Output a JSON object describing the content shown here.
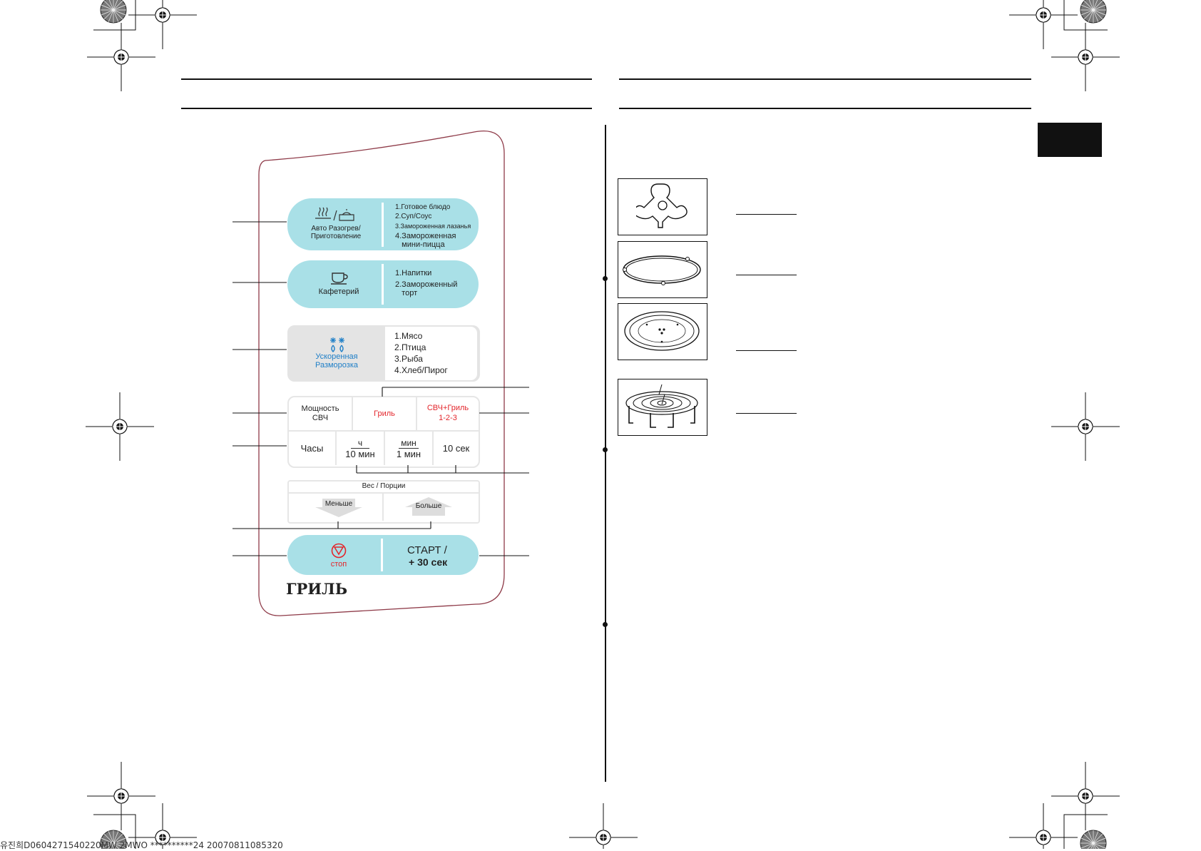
{
  "panel": {
    "auto": {
      "label": "Авто Разогрев/\nПриготовление",
      "options": [
        "1.Готовое блюдо",
        "2.Суп/Соус",
        "3.Замороженная лазанья",
        "4.Замороженная\n   мини-пицца"
      ]
    },
    "cafe": {
      "label": "Кафетерий",
      "options": [
        "1.Напитки",
        "2.Замороженный\n   торт"
      ]
    },
    "defrost": {
      "label": "Ускоренная\nРазморозка",
      "options": [
        "1.Мясо",
        "2.Птица",
        "3.Рыба",
        "4.Хлеб/Пирог"
      ]
    },
    "mode": {
      "microwave": "Мощность\nСВЧ",
      "grill": "Гриль",
      "combo": "СВЧ+Гриль\n1-2-3"
    },
    "time": {
      "clock": "Часы",
      "hour_top": "ч",
      "hour_bottom": "10 мин",
      "min_top": "мин",
      "min_bottom": "1 мин",
      "sec": "10 сек"
    },
    "weight": {
      "title": "Вес / Порции",
      "less": "Меньше",
      "more": "Больше"
    },
    "stop": "стоп",
    "start": "СТАРТ /",
    "start_plus": "+ 30 сек",
    "brand": "ГРИЛЬ"
  },
  "footer": "유진희D0604271540220MW  2MWO  **********24  20070811085320",
  "colors": {
    "pill": "#a9e0e7",
    "red": "#e3252b",
    "blue": "#1f7fc7"
  }
}
